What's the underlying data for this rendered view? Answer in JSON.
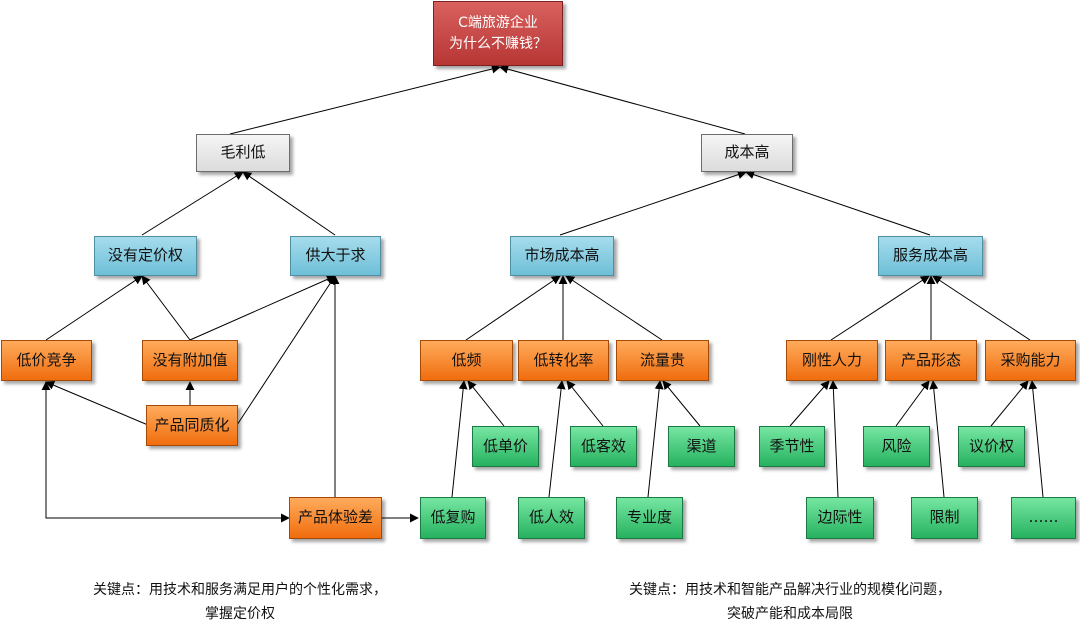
{
  "root": {
    "line1": "C端旅游企业",
    "line2": "为什么不赚钱？"
  },
  "level1": {
    "margin_low": "毛利低",
    "cost_high": "成本高"
  },
  "level2": {
    "no_pricing_power": "没有定价权",
    "oversupply": "供大于求",
    "market_cost_high": "市场成本高",
    "service_cost_high": "服务成本高"
  },
  "level3": {
    "low_price_competition": "低价竞争",
    "no_added_value": "没有附加值",
    "homogenization": "产品同质化",
    "poor_experience": "产品体验差",
    "low_frequency": "低频",
    "low_conversion": "低转化率",
    "traffic_expensive": "流量贵",
    "rigid_labor": "刚性人力",
    "product_form": "产品形态",
    "purchasing_power": "采购能力"
  },
  "level4": {
    "low_unit_price": "低单价",
    "low_repurchase": "低复购",
    "low_customer_efficiency": "低客效",
    "low_staff_efficiency": "低人效",
    "channels": "渠道",
    "specialization": "专业度",
    "seasonality": "季节性",
    "marginality": "边际性",
    "risk": "风险",
    "restriction": "限制",
    "bargaining_power": "议价权",
    "more": "……"
  },
  "notes": {
    "left_line1": "关键点：用技术和服务满足用户的个性化需求，",
    "left_line2": "掌握定价权",
    "right_line1": "关键点：用技术和智能产品解决行业的规模化问题，",
    "right_line2": "突破产能和成本局限"
  }
}
